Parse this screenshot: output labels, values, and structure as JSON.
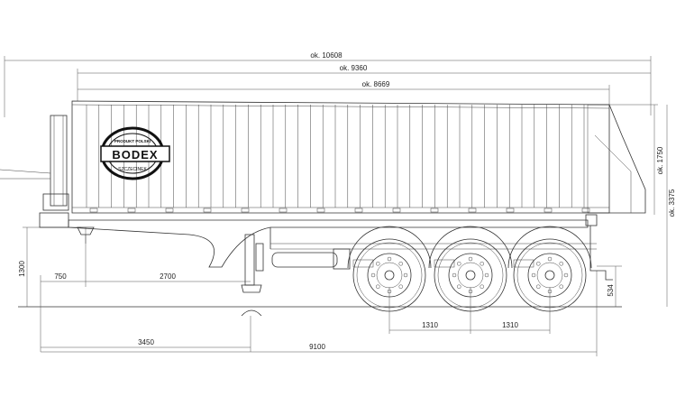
{
  "brand": {
    "arc_top": "PRODUKT POLSKI",
    "name": "BODEX",
    "arc_bottom": "SZCZECINEK"
  },
  "dimensions": {
    "overall_length": "ok. 10608",
    "body_length": "ok. 9360",
    "box_length": "ok. 8669",
    "box_height": "ok. 1750",
    "total_height": "ok. 3375",
    "fifth_wheel_height": "1300",
    "front_offset": "750",
    "kingpin_to_leg": "2700",
    "axle_spacing_1": "1310",
    "axle_spacing_2": "1310",
    "rear_height": "534",
    "kingpin_to_support": "3450",
    "chassis_length": "9100"
  },
  "colors": {
    "line": "#333333",
    "background": "#ffffff"
  }
}
